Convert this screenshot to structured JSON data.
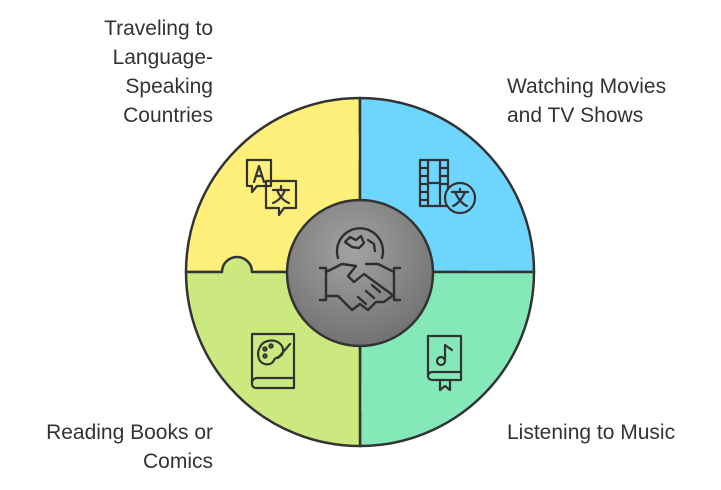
{
  "segments": [
    {
      "id": "traveling",
      "lines": [
        "Traveling to",
        "Language-",
        "Speaking",
        "Countries"
      ],
      "color": "#fef07a"
    },
    {
      "id": "movies",
      "lines": [
        "Watching Movies",
        "and TV Shows"
      ],
      "color": "#6ed5ff"
    },
    {
      "id": "music",
      "lines": [
        "Listening to Music"
      ],
      "color": "#84e8b9"
    },
    {
      "id": "books",
      "lines": [
        "Reading Books or",
        "Comics"
      ],
      "color": "#cce97f"
    }
  ],
  "center": {
    "color": "#8a8a8a",
    "icon": "handshake-globe-icon"
  },
  "icons": {
    "traveling": "translation-speech-icon",
    "movies": "film-translate-icon",
    "music": "music-book-icon",
    "books": "art-book-icon"
  }
}
